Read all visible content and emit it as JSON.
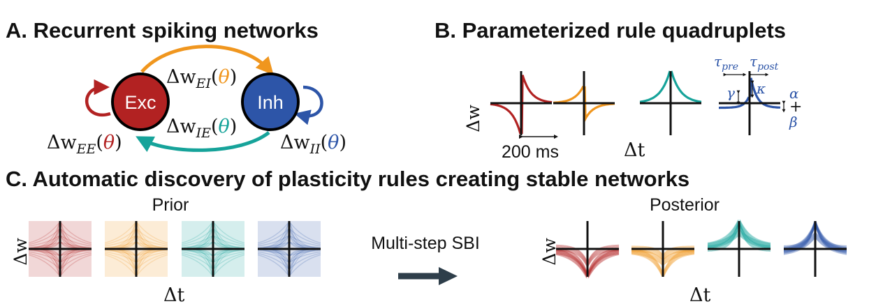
{
  "panels": {
    "a": {
      "title": "A. Recurrent spiking networks",
      "exc_label": "Exc",
      "inh_label": "Inh",
      "rules": {
        "ei": {
          "base": "Δw",
          "sub": "EI",
          "open": "(",
          "theta": "θ",
          "close": ")"
        },
        "ie": {
          "base": "Δw",
          "sub": "IE",
          "open": "(",
          "theta": "θ",
          "close": ")"
        },
        "ee": {
          "base": "Δw",
          "sub": "EE",
          "open": "(",
          "theta": "θ",
          "close": ")"
        },
        "ii": {
          "base": "Δw",
          "sub": "II",
          "open": "(",
          "theta": "θ",
          "close": ")"
        }
      }
    },
    "b": {
      "title": "B. Parameterized rule quadruplets",
      "y_label": "Δw",
      "scale_bar": "200 ms",
      "x_label": "Δt",
      "params": {
        "tau": "τ",
        "pre": "pre",
        "post": "post",
        "gamma": "γ",
        "kappa": "κ",
        "alpha": "α",
        "beta": "β",
        "plus": "+"
      }
    },
    "c": {
      "title": "C. Automatic discovery of plasticity rules creating stable networks",
      "prior_label": "Prior",
      "posterior_label": "Posterior",
      "method_label": "Multi-step SBI",
      "y_label": "Δw",
      "x_label": "Δt"
    }
  },
  "colors": {
    "ee": "#b22222",
    "ei": "#f0961e",
    "ie": "#16a39a",
    "ii": "#2d55a8",
    "arrow": "#2e3e4a"
  }
}
